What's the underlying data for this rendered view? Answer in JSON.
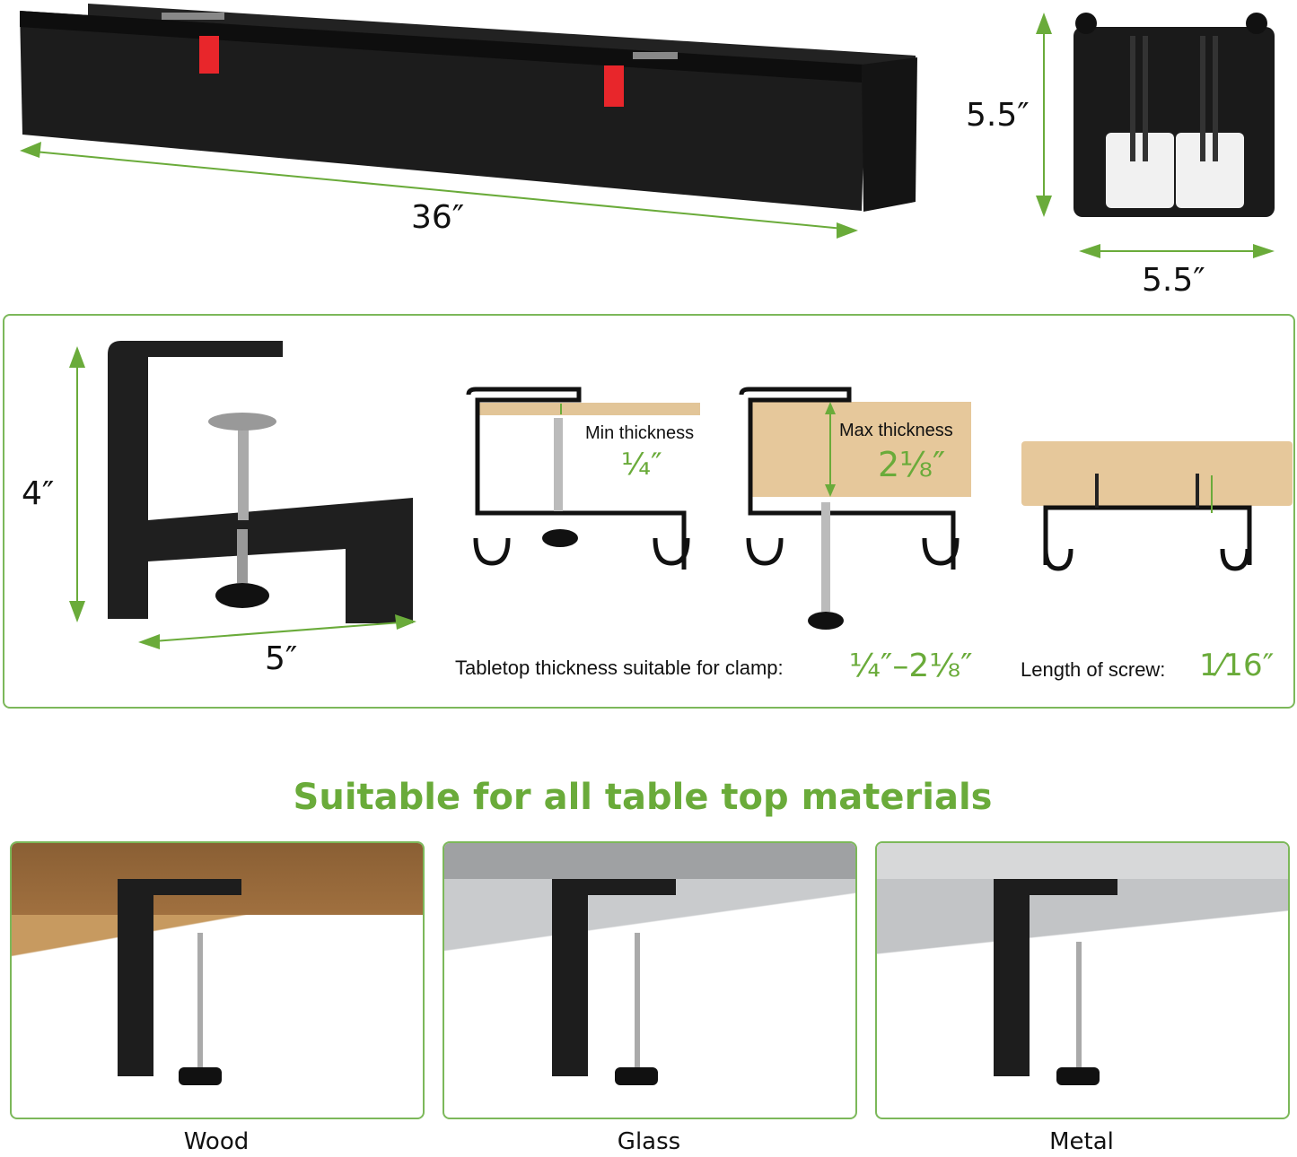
{
  "top": {
    "cable_tray_length": "36″",
    "tray_height": "5.5″",
    "tray_width": "5.5″"
  },
  "clamp_panel": {
    "clamp_height": "4″",
    "clamp_width": "5″",
    "min_thickness_label": "Min thickness",
    "min_thickness_value": "¼″",
    "max_thickness_label": "Max thickness",
    "max_thickness_value": "2⅛″",
    "tabletop_label": "Tabletop thickness suitable for clamp:",
    "tabletop_value": "¼″–2⅛″",
    "screw_label": "Length of screw:",
    "screw_value": "1⁄16″"
  },
  "materials": {
    "title": "Suitable for all table top materials",
    "items": [
      {
        "label": "Wood"
      },
      {
        "label": "Glass"
      },
      {
        "label": "Metal"
      }
    ]
  },
  "colors": {
    "accent_green": "#6aab3a",
    "panel_border": "#7cb85a",
    "strap_red": "#e8262b",
    "product_black": "#1a1a1a"
  }
}
